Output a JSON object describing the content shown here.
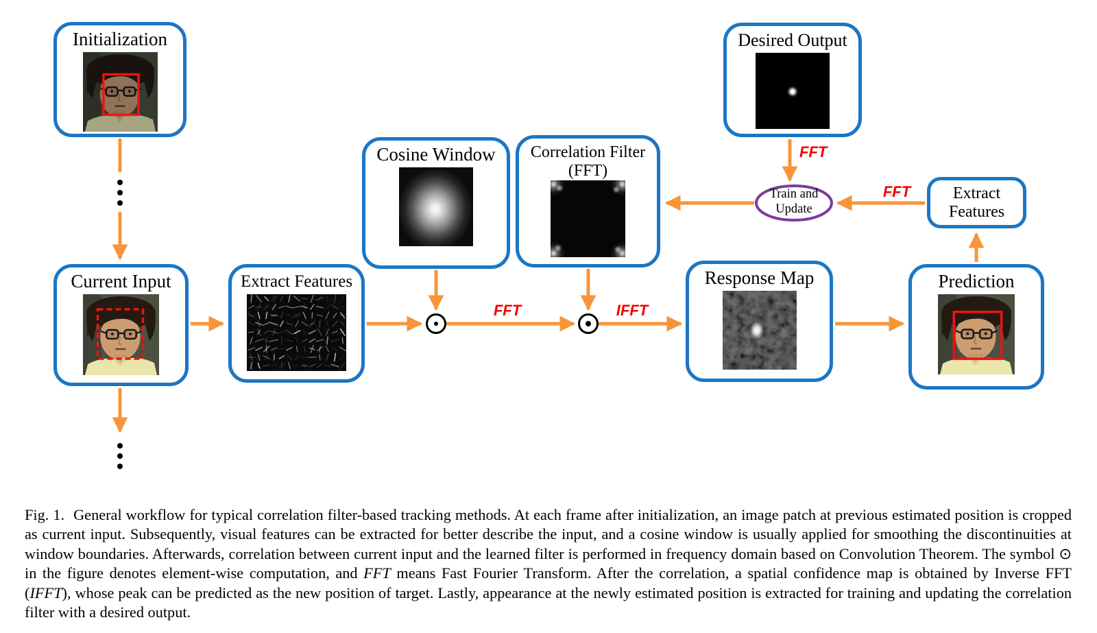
{
  "figure": {
    "nodes": {
      "initialization": {
        "label": "Initialization"
      },
      "current_input": {
        "label": "Current Input"
      },
      "extract_features_left": {
        "label": "Extract Features"
      },
      "cosine_window": {
        "label": "Cosine Window"
      },
      "correlation_filter": {
        "label": "Correlation Filter",
        "sublabel": "(FFT)"
      },
      "desired_output": {
        "label": "Desired Output"
      },
      "response_map": {
        "label": "Response Map"
      },
      "prediction": {
        "label": "Prediction"
      },
      "extract_features_right": {
        "label_line1": "Extract",
        "label_line2": "Features"
      },
      "train_update": {
        "label_line1": "Train and",
        "label_line2": "Update"
      }
    },
    "edge_labels": {
      "fft_mid": "FFT",
      "ifft_mid": "IFFT",
      "fft_desired": "FFT",
      "fft_features": "FFT"
    },
    "operator_symbol": "⊙",
    "colors": {
      "box_border_blue": "#1b76c5",
      "arrow_orange": "#f79539",
      "edge_label_red": "#f40000",
      "ellipse_purple": "#7a3b9d",
      "bounding_box_red": "#ee1313"
    }
  },
  "caption": {
    "segments": [
      {
        "text": "Fig. 1."
      },
      {
        "text": "General workflow for typical correlation filter-based tracking methods. At each frame after initialization, an image patch at previous estimated position is cropped as current input. Subsequently, visual features can be extracted for better describe the input, and a cosine window is usually applied for smoothing the discontinuities at window boundaries. Afterwards, correlation between current input and the learned filter is performed in frequency domain based on Convolution Theorem. The symbol ⊙ in the figure denotes element-wise computation, and "
      },
      {
        "text": "FFT"
      },
      {
        "text": " means Fast Fourier Transform. After the correlation, a spatial confidence map is obtained by Inverse FFT ("
      },
      {
        "text": "IFFT"
      },
      {
        "text": "), whose peak can be predicted as the new position of target. Lastly, appearance at the newly estimated position is extracted for training and updating the correlation filter with a desired output."
      }
    ]
  }
}
